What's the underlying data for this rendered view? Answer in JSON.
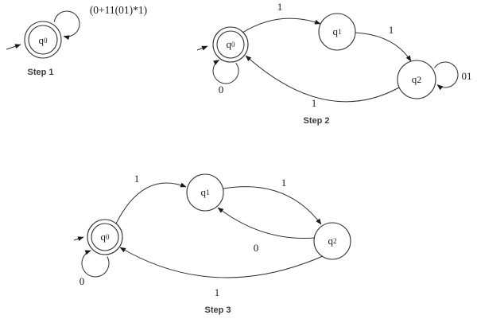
{
  "figure": {
    "background": "#ffffff",
    "stroke_color": "#2e2e2e",
    "label_color": "#1a1a1a",
    "caption_color": "#3a3a3a"
  },
  "step1": {
    "caption": "Step 1",
    "loop_label": "(0+11(01)*1)",
    "q0": {
      "base": "q",
      "sub": "0"
    }
  },
  "step2": {
    "caption": "Step 2",
    "q0": {
      "base": "q",
      "sub": "0"
    },
    "q1": {
      "base": "q",
      "sub": "1"
    },
    "q2": {
      "base": "q",
      "sub": "2"
    },
    "t_q0_q1": "1",
    "t_q1_q2": "1",
    "t_q2_q0": "1",
    "loop_q0": "0",
    "loop_q2": "01"
  },
  "step3": {
    "caption": "Step 3",
    "q0": {
      "base": "q",
      "sub": "0"
    },
    "q1": {
      "base": "q",
      "sub": "1"
    },
    "q2": {
      "base": "q",
      "sub": "2"
    },
    "t_q0_q1": "1",
    "t_q1_q2": "1",
    "t_q2_q1": "0",
    "t_q2_q0": "1",
    "loop_q0": "0"
  }
}
